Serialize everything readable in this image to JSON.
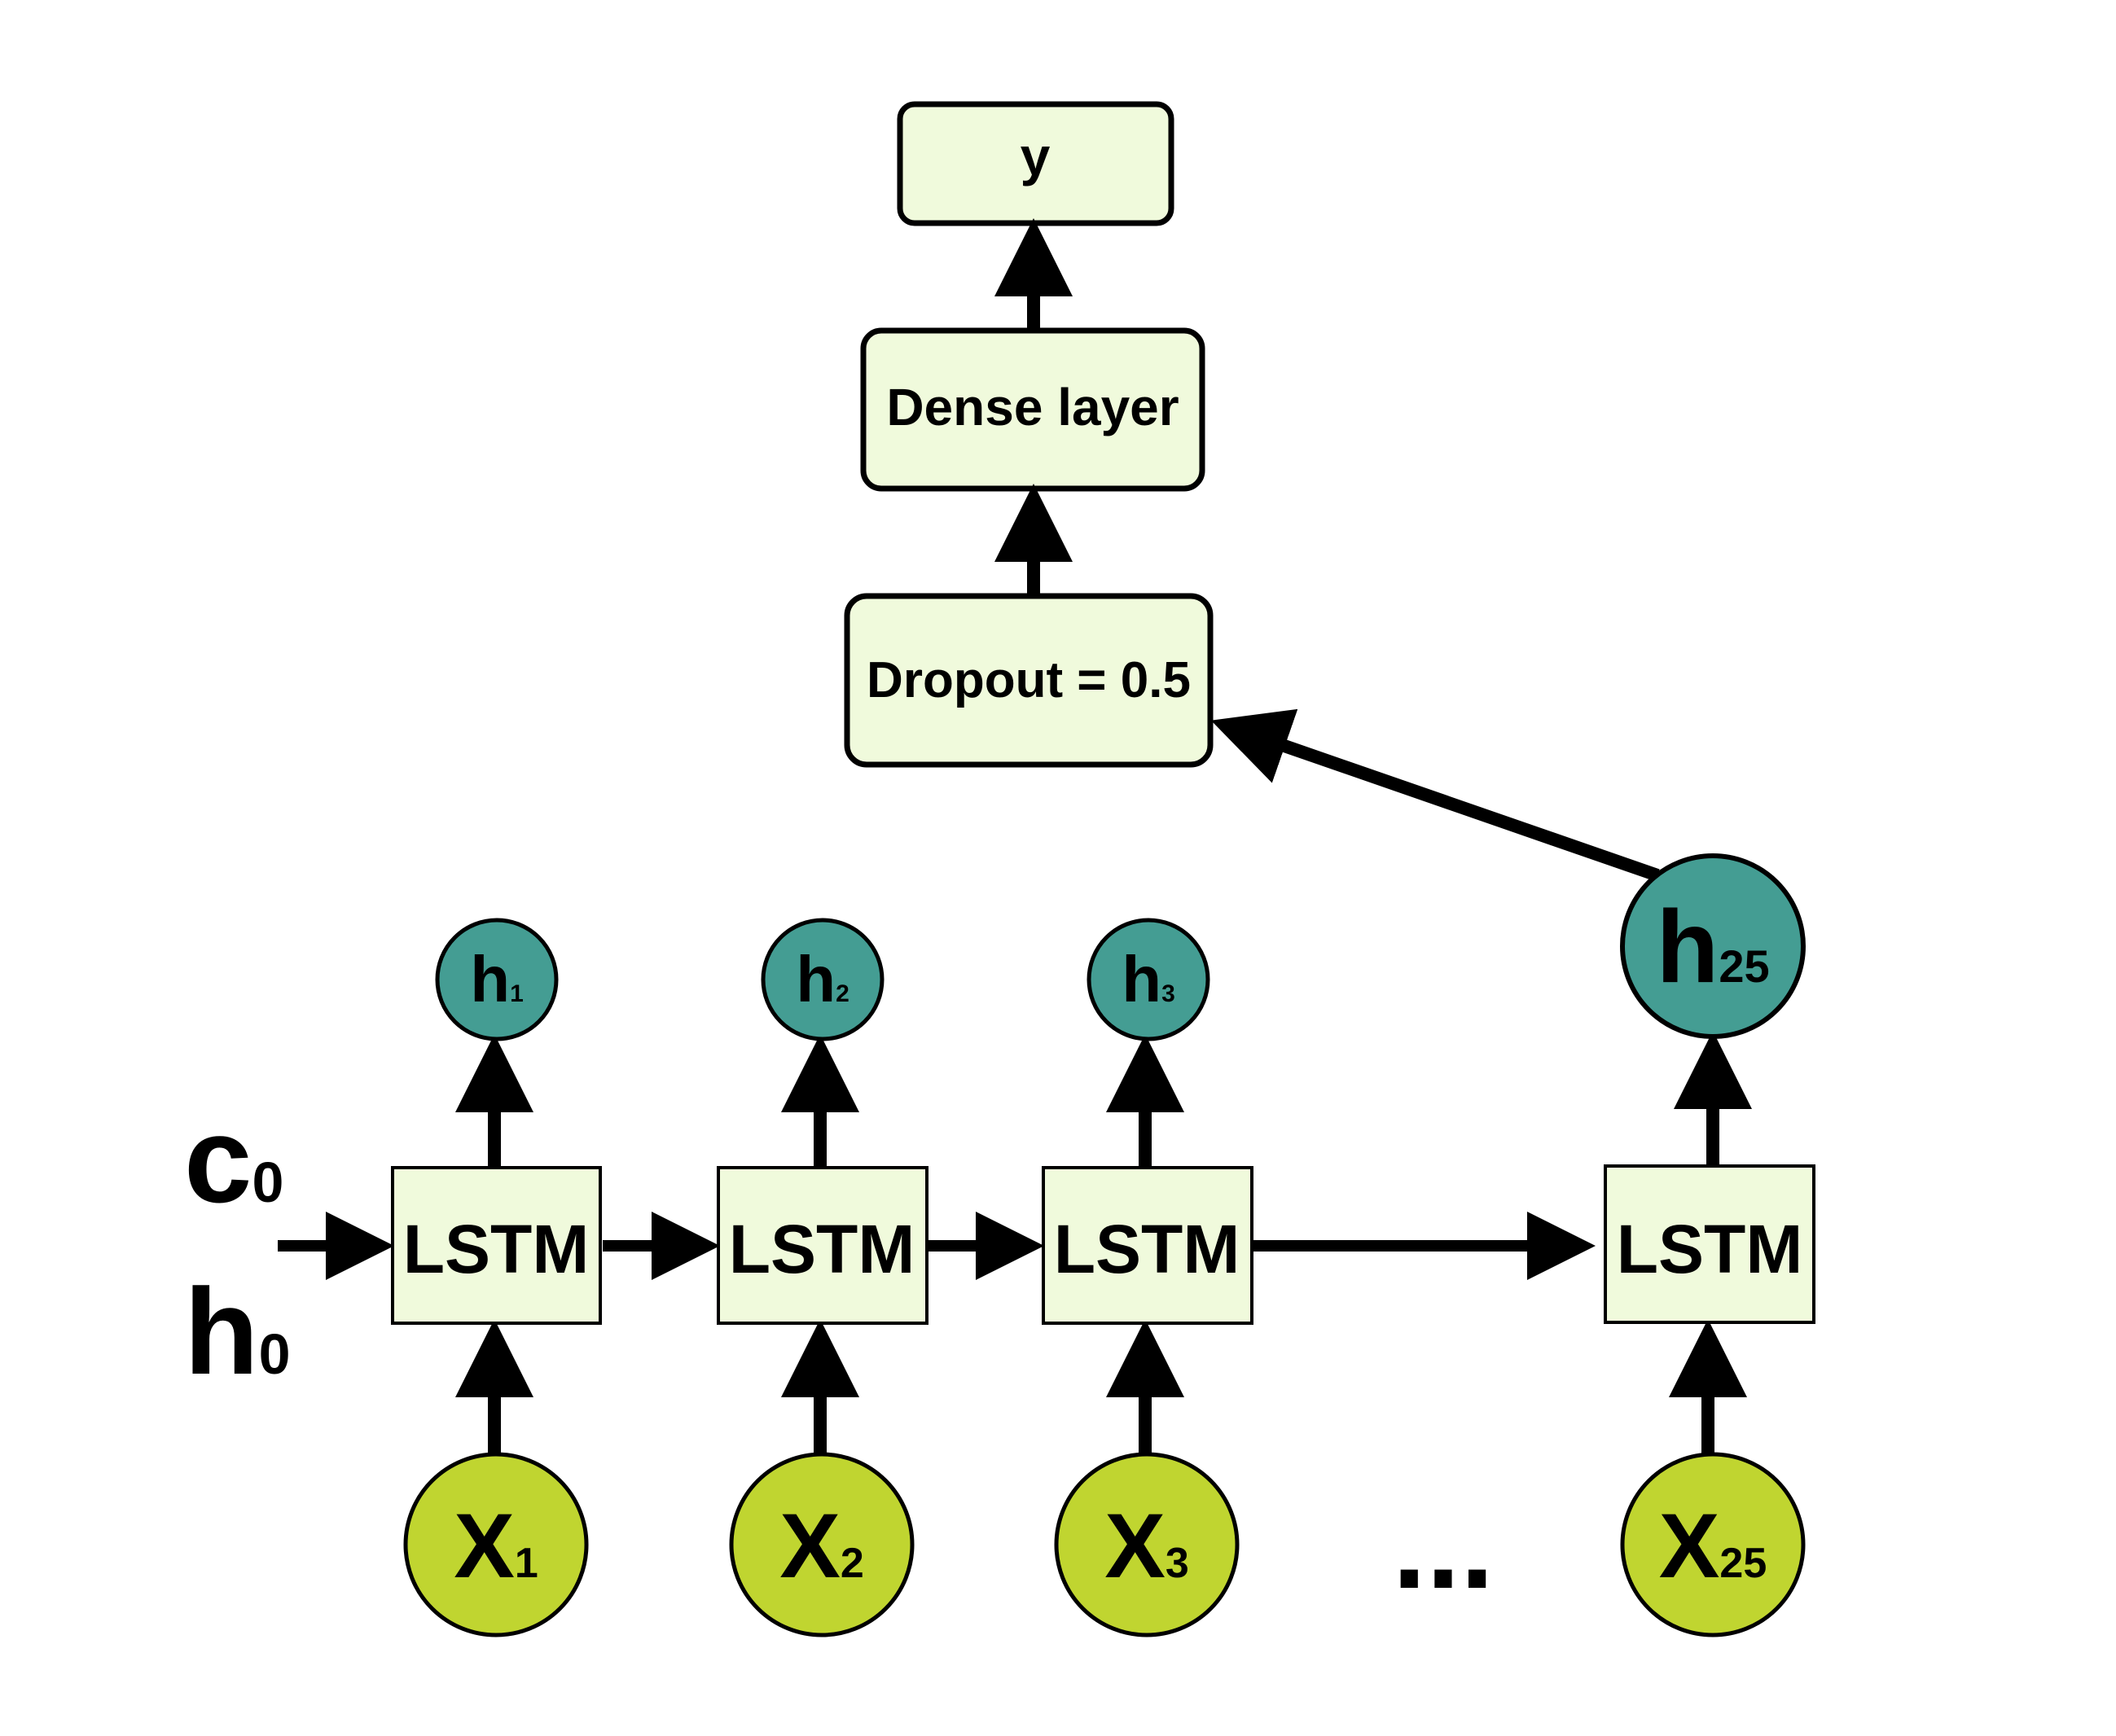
{
  "colors": {
    "box_fill": "#f0fadc",
    "hidden_fill": "#449d93",
    "input_fill": "#c0d530",
    "stroke": "#000000",
    "background": "#ffffff"
  },
  "output": {
    "label": "y"
  },
  "dense": {
    "label": "Dense layer"
  },
  "dropout": {
    "label": "Dropout = 0.5"
  },
  "initial_state": {
    "c": {
      "base": "c",
      "sub": "0"
    },
    "h": {
      "base": "h",
      "sub": "0"
    }
  },
  "lstm_cells": [
    {
      "label": "LSTM"
    },
    {
      "label": "LSTM"
    },
    {
      "label": "LSTM"
    },
    {
      "label": "LSTM"
    }
  ],
  "hidden_states": [
    {
      "base": "h",
      "sub": "1"
    },
    {
      "base": "h",
      "sub": "2"
    },
    {
      "base": "h",
      "sub": "3"
    },
    {
      "base": "h",
      "sub": "25"
    }
  ],
  "inputs": [
    {
      "base": "X",
      "sub": "1"
    },
    {
      "base": "X",
      "sub": "2"
    },
    {
      "base": "X",
      "sub": "3"
    },
    {
      "base": "X",
      "sub": "25"
    }
  ],
  "ellipsis": "..."
}
